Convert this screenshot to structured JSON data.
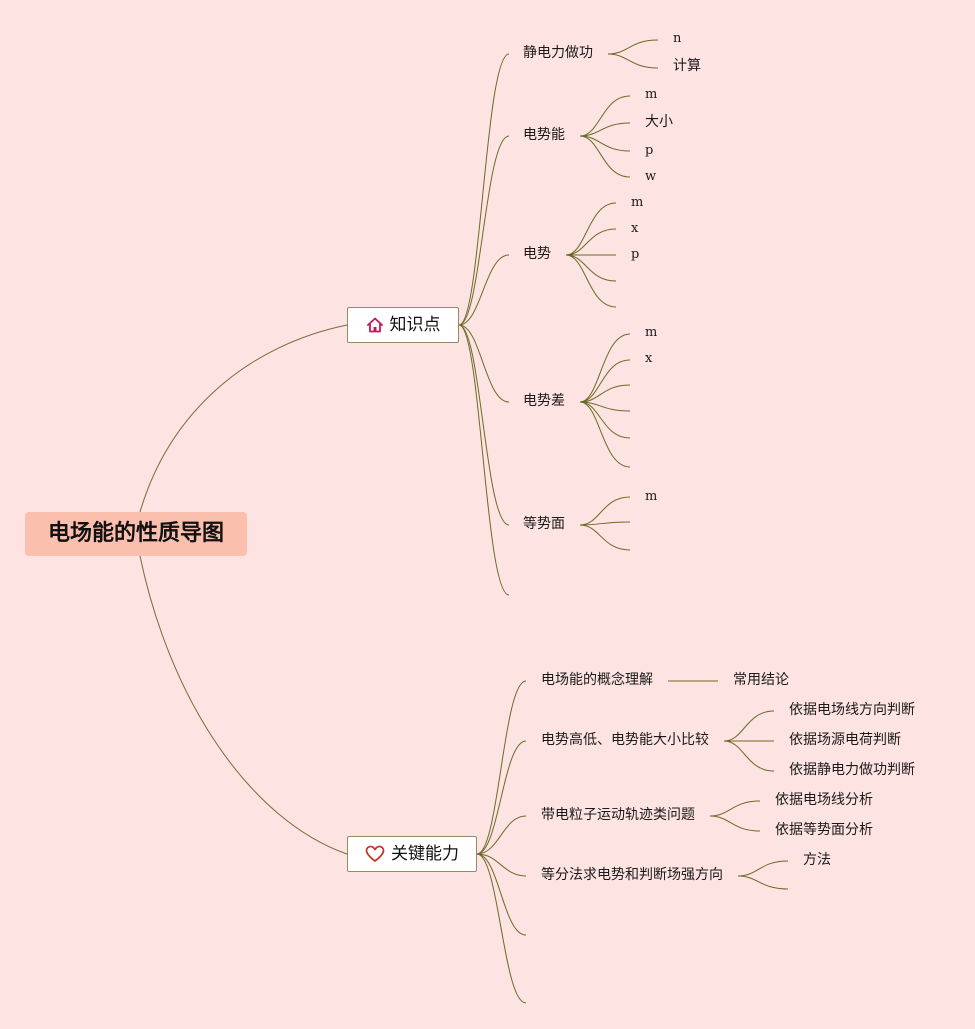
{
  "root": {
    "label": "电场能的性质导图"
  },
  "knowledge": {
    "label": "知识点",
    "icon": "home-icon",
    "children": [
      {
        "label": "静电力做功",
        "children": [
          "n",
          "计算"
        ]
      },
      {
        "label": "电势能",
        "children": [
          "m",
          "大小",
          "p",
          "w"
        ]
      },
      {
        "label": "电势",
        "children": [
          "m",
          "x",
          "p"
        ]
      },
      {
        "label": "电势差",
        "children": [
          "m",
          "x"
        ]
      },
      {
        "label": "等势面",
        "children": [
          "m"
        ]
      }
    ]
  },
  "ability": {
    "label": "关键能力",
    "icon": "heart-icon",
    "children": [
      {
        "label": "电场能的概念理解",
        "children": [
          "常用结论"
        ]
      },
      {
        "label": "电势高低、电势能大小比较",
        "children": [
          "依据电场线方向判断",
          "依据场源电荷判断",
          "依据静电力做功判断"
        ]
      },
      {
        "label": "带电粒子运动轨迹类问题",
        "children": [
          "依据电场线分析",
          "依据等势面分析"
        ]
      },
      {
        "label": "等分法求电势和判断场强方向",
        "children": [
          "方法"
        ]
      }
    ]
  },
  "colors": {
    "background": "#fde3e1",
    "root_fill": "#fbbfae",
    "branch_line": "#6b6b28",
    "root_line": "#7a6a3a",
    "home_icon": "#c2185b",
    "heart_icon": "#c0392b"
  }
}
